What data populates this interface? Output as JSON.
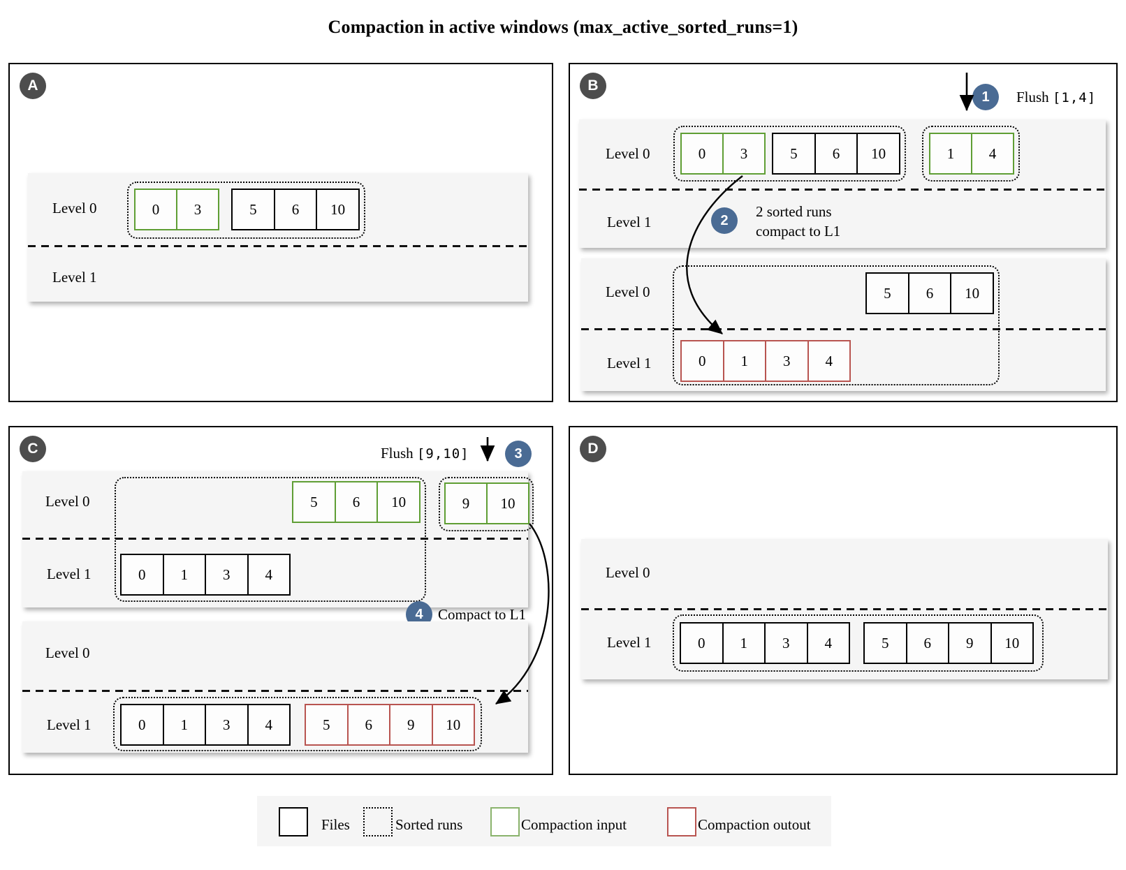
{
  "title": "Compaction in active windows (max_active_sorted_runs=1)",
  "colors": {
    "panel_badge": "#4d4d4d",
    "step_badge": "#4a6b94",
    "band_bg": "#f5f5f5",
    "file_border": "#000000",
    "compaction_input": "#5f9e34",
    "compaction_output": "#b85450",
    "legend_input": "#8ab36c",
    "legend_output": "#b85450"
  },
  "panels": {
    "a": {
      "badge": "A",
      "band": {
        "level0_label": "Level 0",
        "level1_label": "Level 1"
      },
      "files": {
        "input_03": {
          "cells": [
            "0",
            "3"
          ]
        },
        "plain_5610": {
          "cells": [
            "5",
            "6",
            "10"
          ]
        }
      }
    },
    "b": {
      "badge": "B",
      "step1": {
        "num": "1",
        "label": "Flush",
        "code": "[1,4]"
      },
      "step2": {
        "num": "2",
        "line1": "2 sorted runs",
        "line2": "compact to L1"
      },
      "top": {
        "level0_label": "Level 0",
        "level1_label": "Level 1",
        "files": {
          "input_03": {
            "cells": [
              "0",
              "3"
            ]
          },
          "plain_5610": {
            "cells": [
              "5",
              "6",
              "10"
            ]
          },
          "input_14": {
            "cells": [
              "1",
              "4"
            ]
          }
        }
      },
      "bottom": {
        "level0_label": "Level 0",
        "level1_label": "Level 1",
        "files": {
          "plain_5610": {
            "cells": [
              "5",
              "6",
              "10"
            ]
          },
          "output_0134": {
            "cells": [
              "0",
              "1",
              "3",
              "4"
            ]
          }
        }
      }
    },
    "c": {
      "badge": "C",
      "step3": {
        "num": "3",
        "label": "Flush",
        "code": "[9,10]"
      },
      "step4": {
        "num": "4",
        "label": "Compact to L1"
      },
      "top": {
        "level0_label": "Level 0",
        "level1_label": "Level 1",
        "files": {
          "input_5610": {
            "cells": [
              "5",
              "6",
              "10"
            ]
          },
          "input_910": {
            "cells": [
              "9",
              "10"
            ]
          },
          "plain_0134": {
            "cells": [
              "0",
              "1",
              "3",
              "4"
            ]
          }
        }
      },
      "bottom": {
        "level0_label": "Level 0",
        "level1_label": "Level 1",
        "files": {
          "plain_0134": {
            "cells": [
              "0",
              "1",
              "3",
              "4"
            ]
          },
          "output_56910": {
            "cells": [
              "5",
              "6",
              "9",
              "10"
            ]
          }
        }
      }
    },
    "d": {
      "badge": "D",
      "band": {
        "level0_label": "Level 0",
        "level1_label": "Level 1"
      },
      "files": {
        "plain_0134": {
          "cells": [
            "0",
            "1",
            "3",
            "4"
          ]
        },
        "plain_56910": {
          "cells": [
            "5",
            "6",
            "9",
            "10"
          ]
        }
      }
    }
  },
  "legend": {
    "files_label": "Files",
    "sorted_runs_label": "Sorted runs",
    "compaction_input_label": "Compaction input",
    "compaction_output_label": "Compaction outout"
  }
}
